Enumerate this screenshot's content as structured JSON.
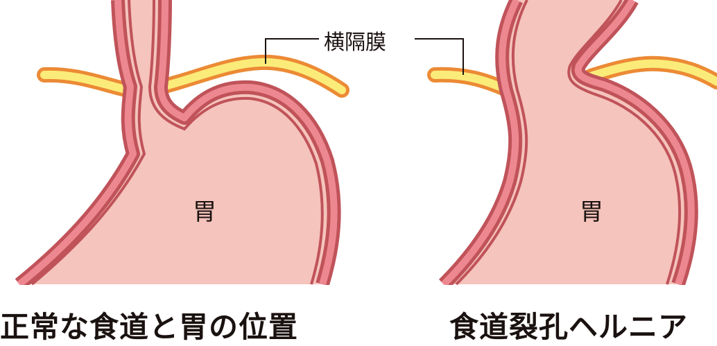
{
  "colors": {
    "organ_fill": "#f5c4bc",
    "wall_mid": "#ee8890",
    "wall_edge": "#c0535a",
    "diaphragm_fill": "#fbec7a",
    "diaphragm_edge": "#ec8a35",
    "text": "#1a1210",
    "leader_line": "#1a1210"
  },
  "callout": {
    "label": "横隔膜"
  },
  "panels": [
    {
      "id": "normal",
      "organ_label": "胃",
      "title": "正常な食道と胃の位置"
    },
    {
      "id": "hiatal_hernia",
      "organ_label": "胃",
      "title": "食道裂孔ヘルニア"
    }
  ]
}
